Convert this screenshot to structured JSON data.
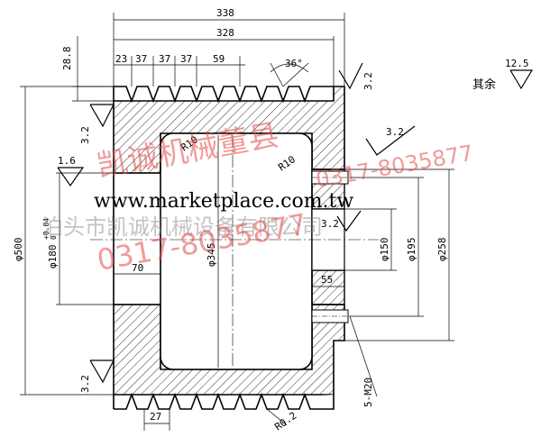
{
  "dims": {
    "overall_width": "338",
    "body_width": "328",
    "groove_offset": "23",
    "pitch_1": "37",
    "pitch_2": "37",
    "pitch_3": "37",
    "pitch_4": "59",
    "groove_angle": "36°",
    "left_height": "28.8",
    "outer_dia": "φ500",
    "bore": "φ180",
    "bore_tol_upper": "+0.04",
    "bore_tol_lower": "0",
    "inner_dia": "φ345",
    "bore_len": "70",
    "hub_len": "55",
    "hole_dia": "φ150",
    "pcd_dia": "φ195",
    "flange_dia": "φ258",
    "bolts": "5-M20",
    "radius_1": "R10",
    "radius_2": "R10",
    "corner_r": "R0.2",
    "groove_width": "27"
  },
  "roughness": {
    "top_right": "3.2",
    "left_upper": "3.2",
    "left_middle": "1.6",
    "hub": "3.2",
    "hub_inner": "3.2",
    "bottom_left": "3.2",
    "remaining": "12.5",
    "remaining_label": "其余"
  },
  "watermarks": {
    "company_red": "凯诚机械董县",
    "phone_red": "0317-8035877",
    "phone_red2": "0317-8035877",
    "company_gray": "泊头市凯诚机械设备有限公司",
    "site": "www.marketplace.com.tw"
  }
}
